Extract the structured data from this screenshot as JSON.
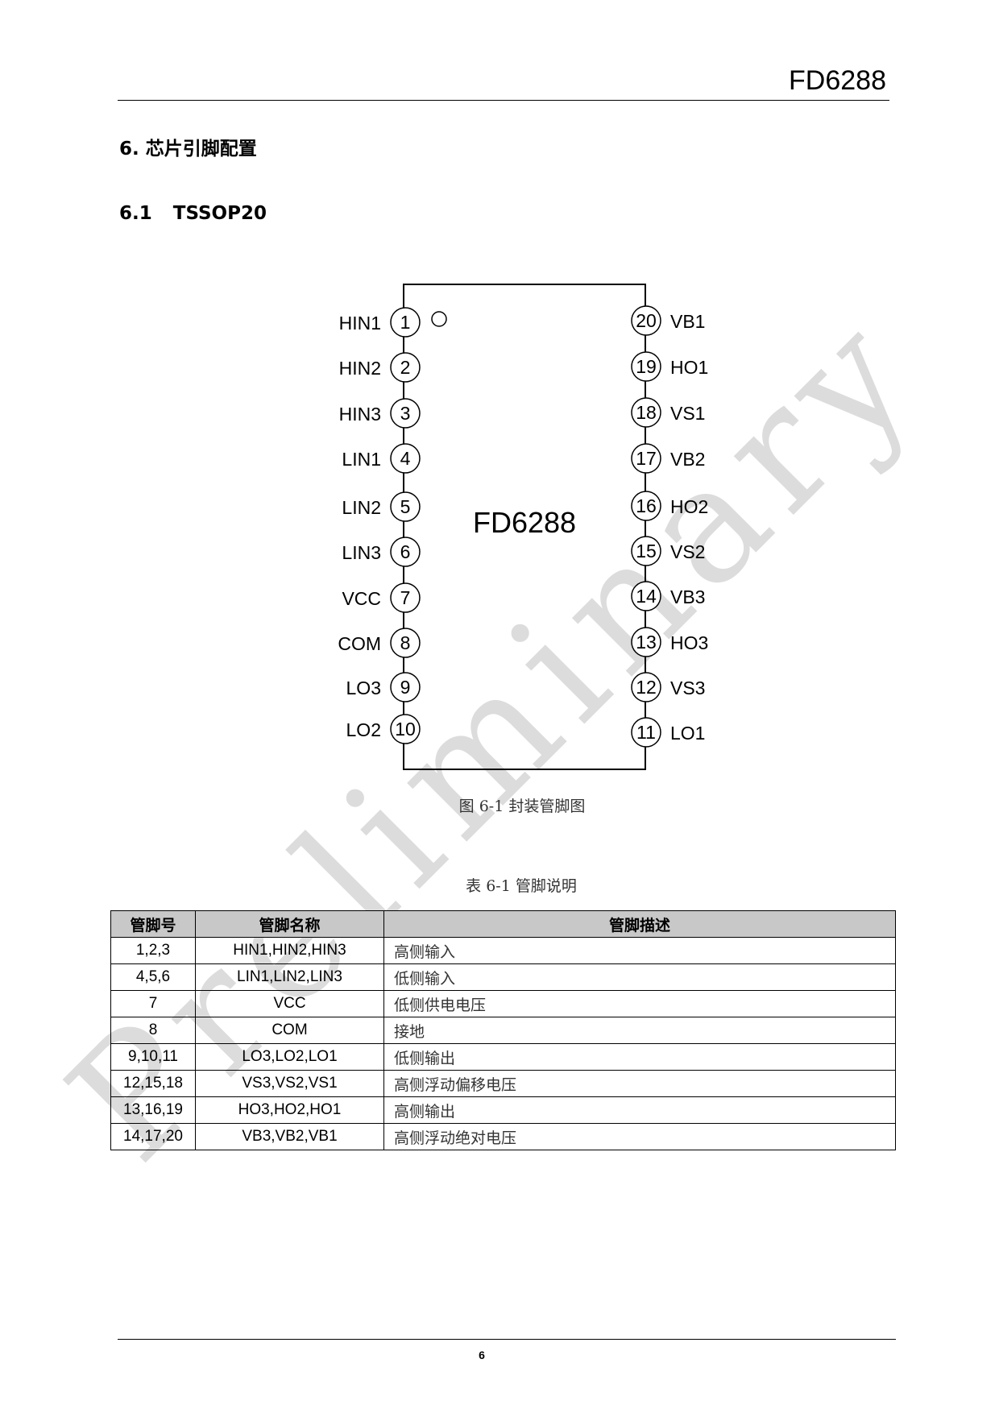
{
  "header": {
    "title": "FD6288"
  },
  "section": {
    "title": "6. 芯片引脚配置",
    "subsection": "6.1 TSSOP20"
  },
  "watermark": "Preliminary",
  "figure": {
    "chip_label": "FD6288",
    "caption": "图 6-1  封装管脚图",
    "left_pins": [
      {
        "num": "1",
        "name": "HIN1"
      },
      {
        "num": "2",
        "name": "HIN2"
      },
      {
        "num": "3",
        "name": "HIN3"
      },
      {
        "num": "4",
        "name": "LIN1"
      },
      {
        "num": "5",
        "name": "LIN2"
      },
      {
        "num": "6",
        "name": "LIN3"
      },
      {
        "num": "7",
        "name": "VCC"
      },
      {
        "num": "8",
        "name": "COM"
      },
      {
        "num": "9",
        "name": "LO3"
      },
      {
        "num": "10",
        "name": "LO2"
      }
    ],
    "right_pins": [
      {
        "num": "20",
        "name": "VB1"
      },
      {
        "num": "19",
        "name": "HO1"
      },
      {
        "num": "18",
        "name": "VS1"
      },
      {
        "num": "17",
        "name": "VB2"
      },
      {
        "num": "16",
        "name": "HO2"
      },
      {
        "num": "15",
        "name": "VS2"
      },
      {
        "num": "14",
        "name": "VB3"
      },
      {
        "num": "13",
        "name": "HO3"
      },
      {
        "num": "12",
        "name": "VS3"
      },
      {
        "num": "11",
        "name": "LO1"
      }
    ]
  },
  "table": {
    "caption": "表 6-1  管脚说明",
    "headers": [
      "管脚号",
      "管脚名称",
      "管脚描述"
    ],
    "rows": [
      [
        "1,2,3",
        "HIN1,HIN2,HIN3",
        "高侧输入"
      ],
      [
        "4,5,6",
        "LIN1,LIN2,LIN3",
        "低侧输入"
      ],
      [
        "7",
        "VCC",
        "低侧供电电压"
      ],
      [
        "8",
        "COM",
        "接地"
      ],
      [
        "9,10,11",
        "LO3,LO2,LO1",
        "低侧输出"
      ],
      [
        "12,15,18",
        "VS3,VS2,VS1",
        "高侧浮动偏移电压"
      ],
      [
        "13,16,19",
        "HO3,HO2,HO1",
        "高侧输出"
      ],
      [
        "14,17,20",
        "VB3,VB2,VB1",
        "高侧浮动绝对电压"
      ]
    ]
  },
  "footer": {
    "page": "6"
  }
}
